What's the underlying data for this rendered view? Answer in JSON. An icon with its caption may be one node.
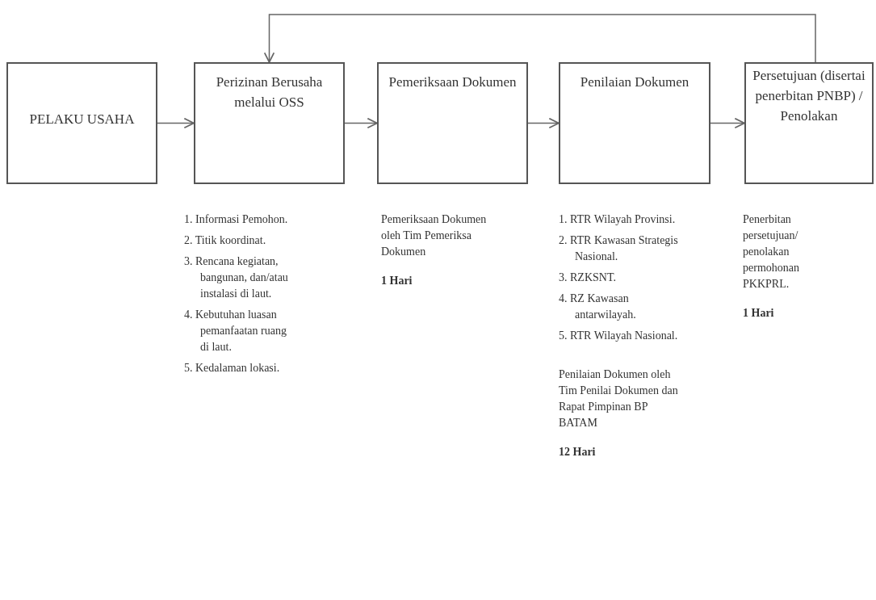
{
  "diagram": {
    "nodes": [
      {
        "text": [
          "PELAKU USAHA"
        ]
      },
      {
        "text": [
          "Perizinan Berusaha melalui OSS"
        ],
        "beside": [
          "1. Informasi Pemohon.",
          "2. Titik koordinat.",
          "3. Rencana kegiatan, bangunan, dan/atau instalasi di laut.",
          "4. Kebutuhan luasan pemanfaatan ruang di laut.",
          "5. Kedalaman lokasi."
        ]
      },
      {
        "text": [
          "Pemeriksaan Dokumen"
        ],
        "beside": [
          "Pemeriksaan Dokumen oleh Tim Pemeriksa Dokumen",
          "1 Hari"
        ]
      },
      {
        "text": [
          "Penilaian Dokumen"
        ],
        "beside": [
          "1. RTR Wilayah Provinsi.",
          "2. RTR Kawasan Strategis Nasional.",
          "3. RZKSNT.",
          "4. RZ Kawasan antarwilayah.",
          "5. RTR Wilayah Nasional.",
          "Penilaian Dokumen oleh Tim Penilai Dokumen dan Rapat Pimpinan BP BATAM",
          "12 Hari"
        ]
      },
      {
        "text": [
          "Persetujuan (disertai penerbitan PNBP) / Penolakan"
        ],
        "beside": [
          "Penerbitan persetujuan/ penolakan permohonan PKKPRL.",
          "1 Hari"
        ]
      }
    ],
    "edges": [
      {
        "from": 0,
        "to": 1,
        "arrow": "to"
      },
      {
        "from": 1,
        "to": 2,
        "arrow": "to"
      },
      {
        "from": 2,
        "to": 3,
        "arrow": "to"
      },
      {
        "from": 3,
        "to": 4,
        "arrow": "to"
      },
      {
        "from": 4,
        "to": 1,
        "arrow": "to"
      }
    ]
  }
}
